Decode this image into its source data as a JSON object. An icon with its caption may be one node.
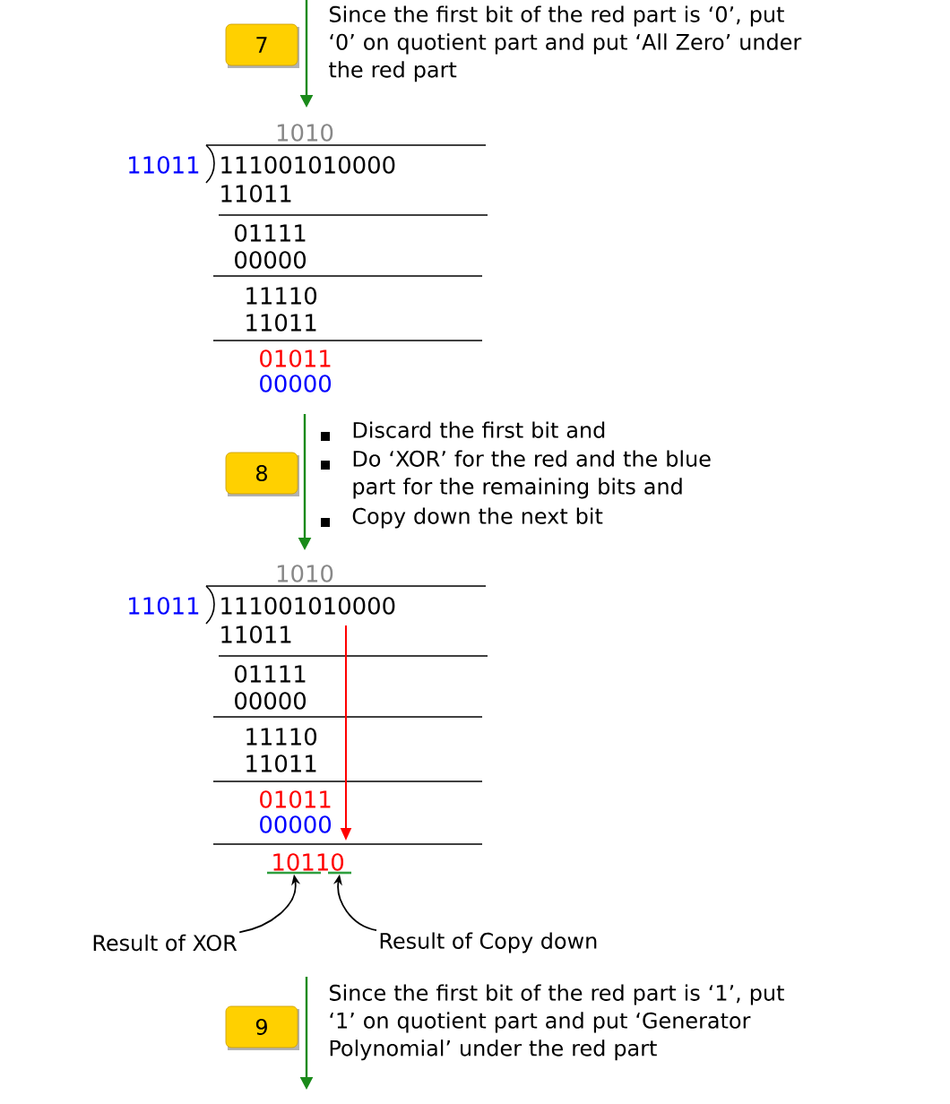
{
  "diagram": {
    "nodes": [
      {
        "text": [
          "7"
        ],
        "beside": [
          "Since the first bit of the red part is ‘0’, put ‘0’ on quotient part and put ‘All Zero’ under the red part"
        ]
      },
      {
        "text": [
          "8"
        ],
        "beside": [
          "Discard the first bit and",
          "Do ‘XOR’ for the red and the blue part for the remaining bits and",
          "Copy down the next bit"
        ]
      },
      {
        "text": [
          "9"
        ],
        "beside": [
          "Since the first bit of the red part is ‘1’, put ‘1’ on quotient part and put ‘Generator Polynomial’ under the red part"
        ]
      },
      {
        "text": [
          "Result of XOR"
        ]
      },
      {
        "text": [
          "Result of Copy down"
        ]
      },
      {
        "text": [],
        "shape": "bar"
      },
      {
        "text": [],
        "shape": "bar"
      }
    ],
    "edges": [
      {
        "from": 3,
        "to": 5,
        "arrow": "to"
      },
      {
        "from": 4,
        "to": 6,
        "arrow": "to"
      }
    ],
    "labels": [
      "1010",
      "11011",
      "111001010000",
      "11011",
      "01111",
      "00000",
      "11110",
      "11011",
      "01011",
      "00000",
      "1010",
      "11011",
      "111001010000",
      "11011",
      "01111",
      "00000",
      "11110",
      "11011",
      "01011",
      "00000",
      "10110"
    ]
  }
}
